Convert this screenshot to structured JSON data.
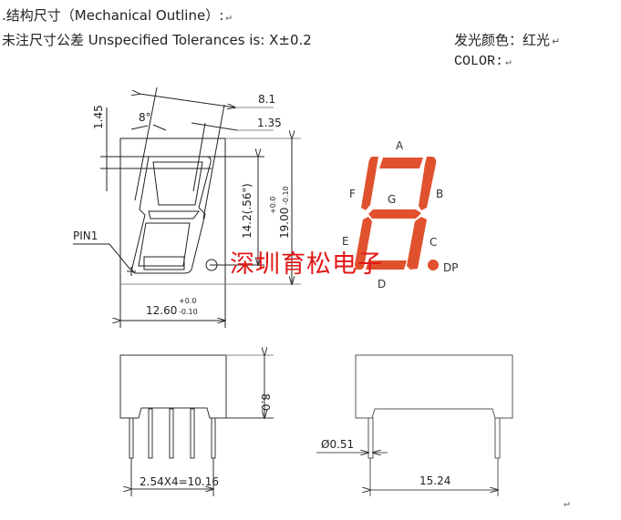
{
  "header": {
    "line1": ".结构尺寸（Mechanical Outline）:",
    "line2": "未注尺寸公差 Unspecified Tolerances is: X±0.2",
    "color_line_cn": "发光颜色：红光",
    "color_line_en": "COLOR:",
    "return_mark": "↵"
  },
  "front_view": {
    "dim_top_width": "8.1",
    "dim_slant_angle": "8°",
    "dim_segment_width": "1.35",
    "dim_top_offset": "1.45",
    "dim_digit_height": "14.2(.56\")",
    "dim_body_height": "19.00",
    "dim_body_height_tol_plus": "+0.0",
    "dim_body_height_tol_minus": "-0.10",
    "dim_body_width": "12.60",
    "dim_body_width_tol_plus": "+0.0",
    "dim_body_width_tol_minus": "-0.10",
    "pin_label": "PIN1"
  },
  "segment_diagram": {
    "labels": {
      "a": "A",
      "b": "B",
      "c": "C",
      "d": "D",
      "e": "E",
      "f": "F",
      "g": "G",
      "dp": "DP"
    },
    "segment_color": "#e0512e"
  },
  "watermark": {
    "text": "深圳育松电子",
    "color": "#e01818"
  },
  "side_view": {
    "dim_height": "8.0",
    "dim_pin_pitch": "2.54X4=10.16"
  },
  "end_view": {
    "dim_pin_diameter": "Ø0.51",
    "dim_row_spacing": "15.24"
  }
}
